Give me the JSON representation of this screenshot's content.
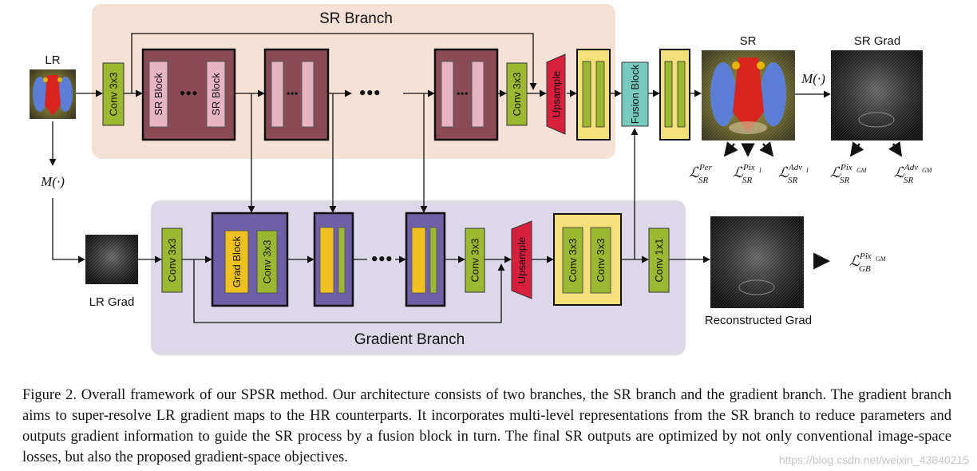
{
  "panels": {
    "sr_branch": "SR Branch",
    "gradient_branch": "Gradient Branch"
  },
  "io": {
    "lr": "LR",
    "lr_grad": "LR Grad",
    "sr": "SR",
    "sr_grad": "SR Grad",
    "reconstructed_grad": "Reconstructed  Grad"
  },
  "blocks": {
    "conv3x3": "Conv 3x3",
    "conv1x1": "Conv 1x1",
    "sr_block": "SR Block",
    "grad_block": "Grad Block",
    "upsample": "Upsample",
    "fusion_block": "Fusion Block"
  },
  "operators": {
    "m_left": "M(·)",
    "m_right": "M(·)"
  },
  "losses": {
    "per": {
      "base": "ℒ",
      "sup": "Per",
      "sub": "SR"
    },
    "pix_i": {
      "base": "ℒ",
      "sup": "Pix",
      "supsub": "I",
      "sub": "SR"
    },
    "adv_i": {
      "base": "ℒ",
      "sup": "Adv",
      "supsub": "I",
      "sub": "SR"
    },
    "pix_gm": {
      "base": "ℒ",
      "sup": "Pix",
      "supsub": "GM",
      "sub": "SR"
    },
    "adv_gm": {
      "base": "ℒ",
      "sup": "Adv",
      "supsub": "GM",
      "sub": "SR"
    },
    "gb_pix_gm": {
      "base": "ℒ",
      "sup": "Pix",
      "supsub": "GM",
      "sub": "GB"
    }
  },
  "caption": "Figure 2. Overall framework of our SPSR method. Our architecture consists of two branches, the SR branch and the gradient branch. The gradient branch aims to super-resolve LR gradient maps to the HR counterparts. It incorporates multi-level representations from the SR branch to reduce parameters and outputs gradient information to guide the SR process by a fusion block in turn. The final SR outputs are optimized by not only conventional image-space losses, but also the proposed gradient-space objectives.",
  "watermark": "https://blog.csdn.net/weixin_43840215",
  "colors": {
    "sr_panel": "#f6e1d5",
    "grad_panel": "#dcd8e8",
    "conv": "#9bb830",
    "sr_group": "#8a4a56",
    "sr_inner": "#e8b4c4",
    "grad_group": "#6f5fa6",
    "grad_inner": "#efc01e",
    "upsample": "#d81f3c",
    "yellow": "#f4e07a",
    "fusion": "#76cbbd"
  }
}
